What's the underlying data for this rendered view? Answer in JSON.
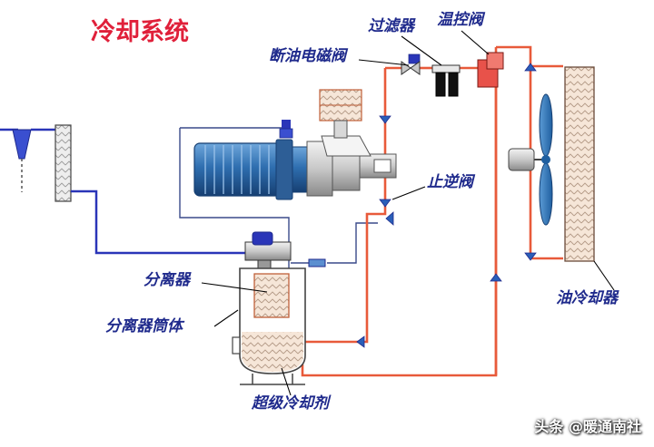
{
  "title": "冷却系统",
  "labels": {
    "filter": "过滤器",
    "thermostatic_valve": "温控阀",
    "oil_solenoid_valve": "断油电磁阀",
    "check_valve": "止逆阀",
    "separator": "分离器",
    "separator_tank": "分离器筒体",
    "oil_cooler": "油冷却器",
    "coolant": "超级冷却剂"
  },
  "watermark": "头条 @暖通南社",
  "colors": {
    "title": "#e0203a",
    "label": "#1f2a8c",
    "oil_line": "#e85a3a",
    "air_line": "#2a35b8",
    "motor": "#2f6fb0",
    "equipment_outline": "#4a4a4a"
  }
}
